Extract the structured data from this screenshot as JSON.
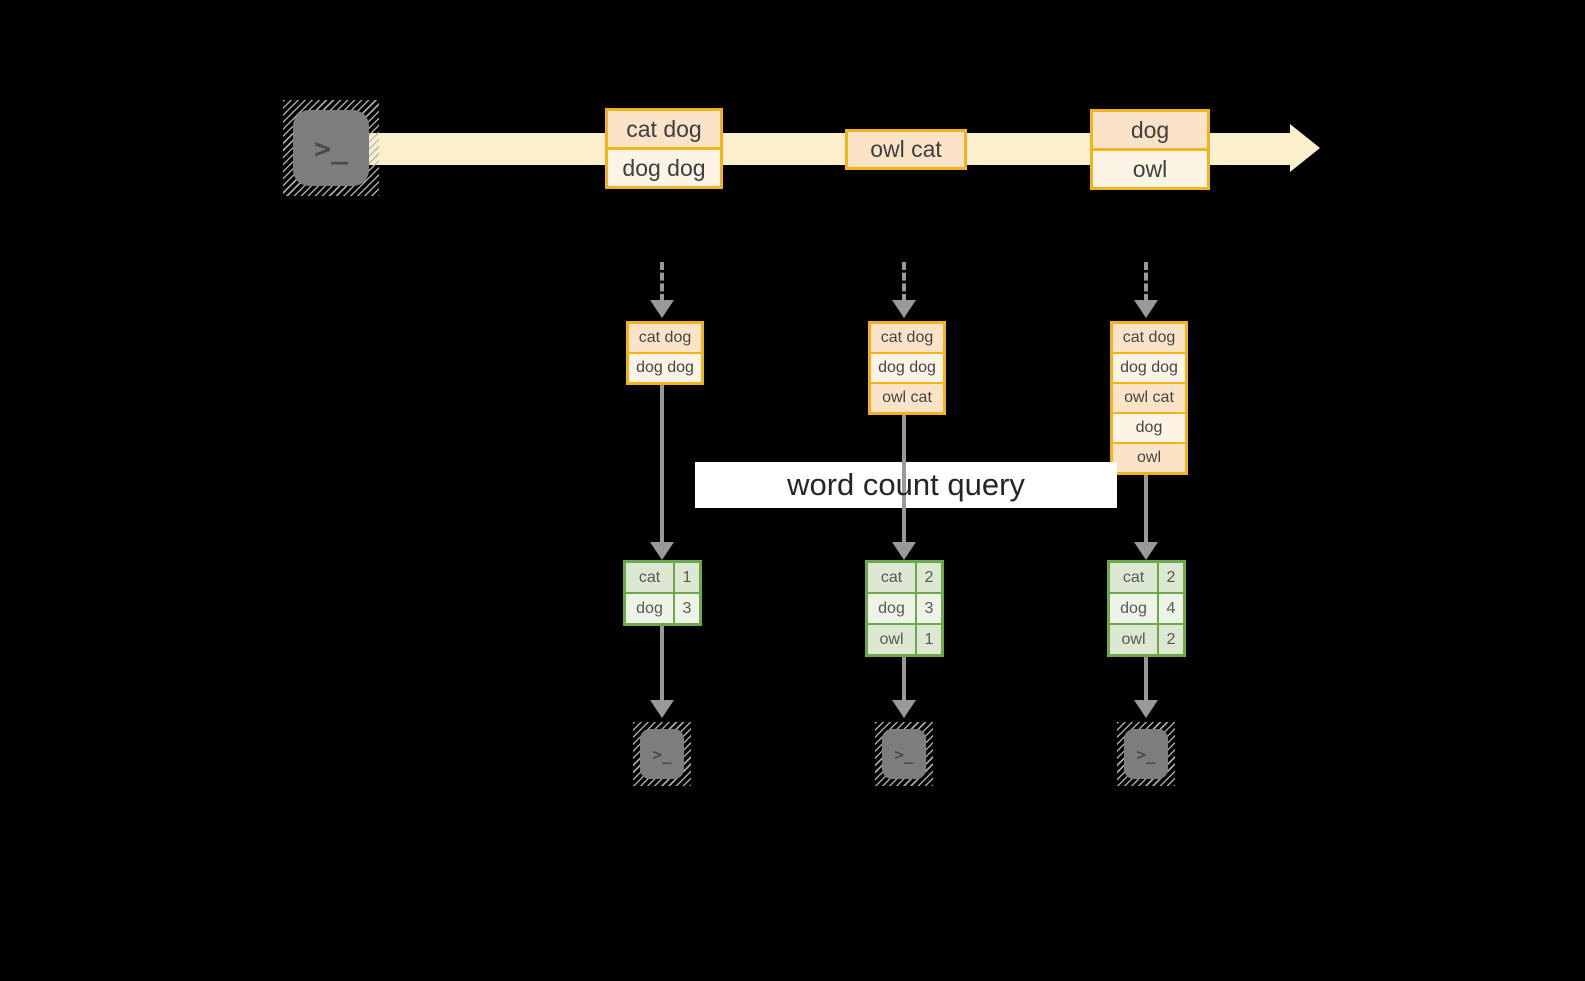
{
  "colors": {
    "background": "#000000",
    "stream_band": "#FBF0CB",
    "box_border": "#F2B41D",
    "box_fill_dark": "#FAE3C7",
    "box_fill_light": "#FDF4E6",
    "table_border": "#6DA94B",
    "table_fill_dark": "#DCE8D1",
    "table_fill_light": "#EDF3E7",
    "arrow_gray": "#999999",
    "query_band": "#FFFFFF"
  },
  "icons": {
    "prompt_glyph": ">_"
  },
  "stream": {
    "boxes": [
      {
        "cells": [
          "cat dog",
          "dog dog"
        ]
      },
      {
        "cells": [
          "owl cat"
        ]
      },
      {
        "cells": [
          "dog",
          "owl"
        ]
      }
    ]
  },
  "query": {
    "label": "word count query"
  },
  "columns": [
    {
      "buffer": [
        "cat dog",
        "dog dog"
      ],
      "counts": [
        {
          "word": "cat",
          "count": "1"
        },
        {
          "word": "dog",
          "count": "3"
        }
      ]
    },
    {
      "buffer": [
        "cat dog",
        "dog dog",
        "owl cat"
      ],
      "counts": [
        {
          "word": "cat",
          "count": "2"
        },
        {
          "word": "dog",
          "count": "3"
        },
        {
          "word": "owl",
          "count": "1"
        }
      ]
    },
    {
      "buffer": [
        "cat dog",
        "dog dog",
        "owl cat",
        "dog",
        "owl"
      ],
      "counts": [
        {
          "word": "cat",
          "count": "2"
        },
        {
          "word": "dog",
          "count": "4"
        },
        {
          "word": "owl",
          "count": "2"
        }
      ]
    }
  ]
}
